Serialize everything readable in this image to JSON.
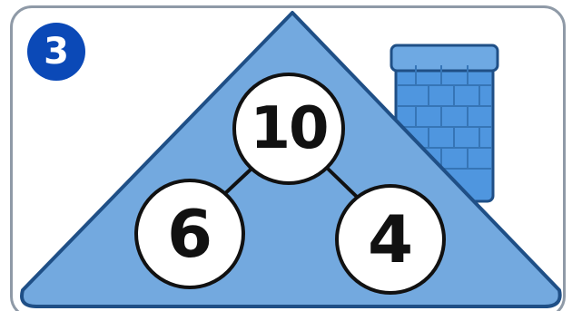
{
  "question_number": "3",
  "number_bond": {
    "whole": "10",
    "part_left": "6",
    "part_right": "4"
  },
  "colors": {
    "badge": "#0b49b7",
    "roof_fill": "#73a9df",
    "roof_stroke": "#1f4f86",
    "chimney": "#4f96df",
    "border": "#8f9aa7"
  },
  "icons": {
    "badge": "circle-number-badge",
    "roof": "house-roof",
    "chimney": "brick-chimney"
  }
}
